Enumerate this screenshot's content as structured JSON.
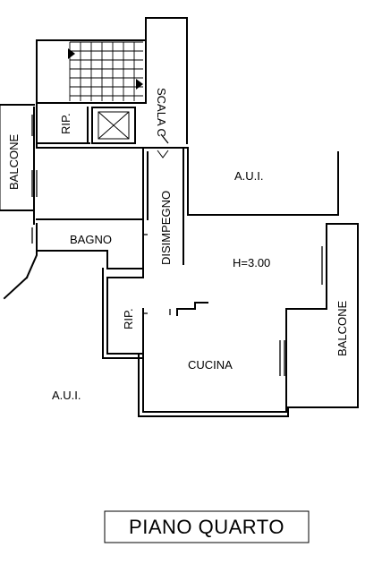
{
  "plan": {
    "rooms": {
      "scala": "SCALA C",
      "rip_top": "RIP.",
      "balcone_left": "BALCONE",
      "aui_right": "A.U.I.",
      "disimpegno": "DISIMPEGNO",
      "bagno": "BAGNO",
      "height": "H=3.00",
      "balcone_right": "BALCONE",
      "rip_mid": "RIP.",
      "cucina": "CUCINA",
      "aui_left": "A.U.I."
    },
    "floor_title": "PIANO QUARTO"
  }
}
